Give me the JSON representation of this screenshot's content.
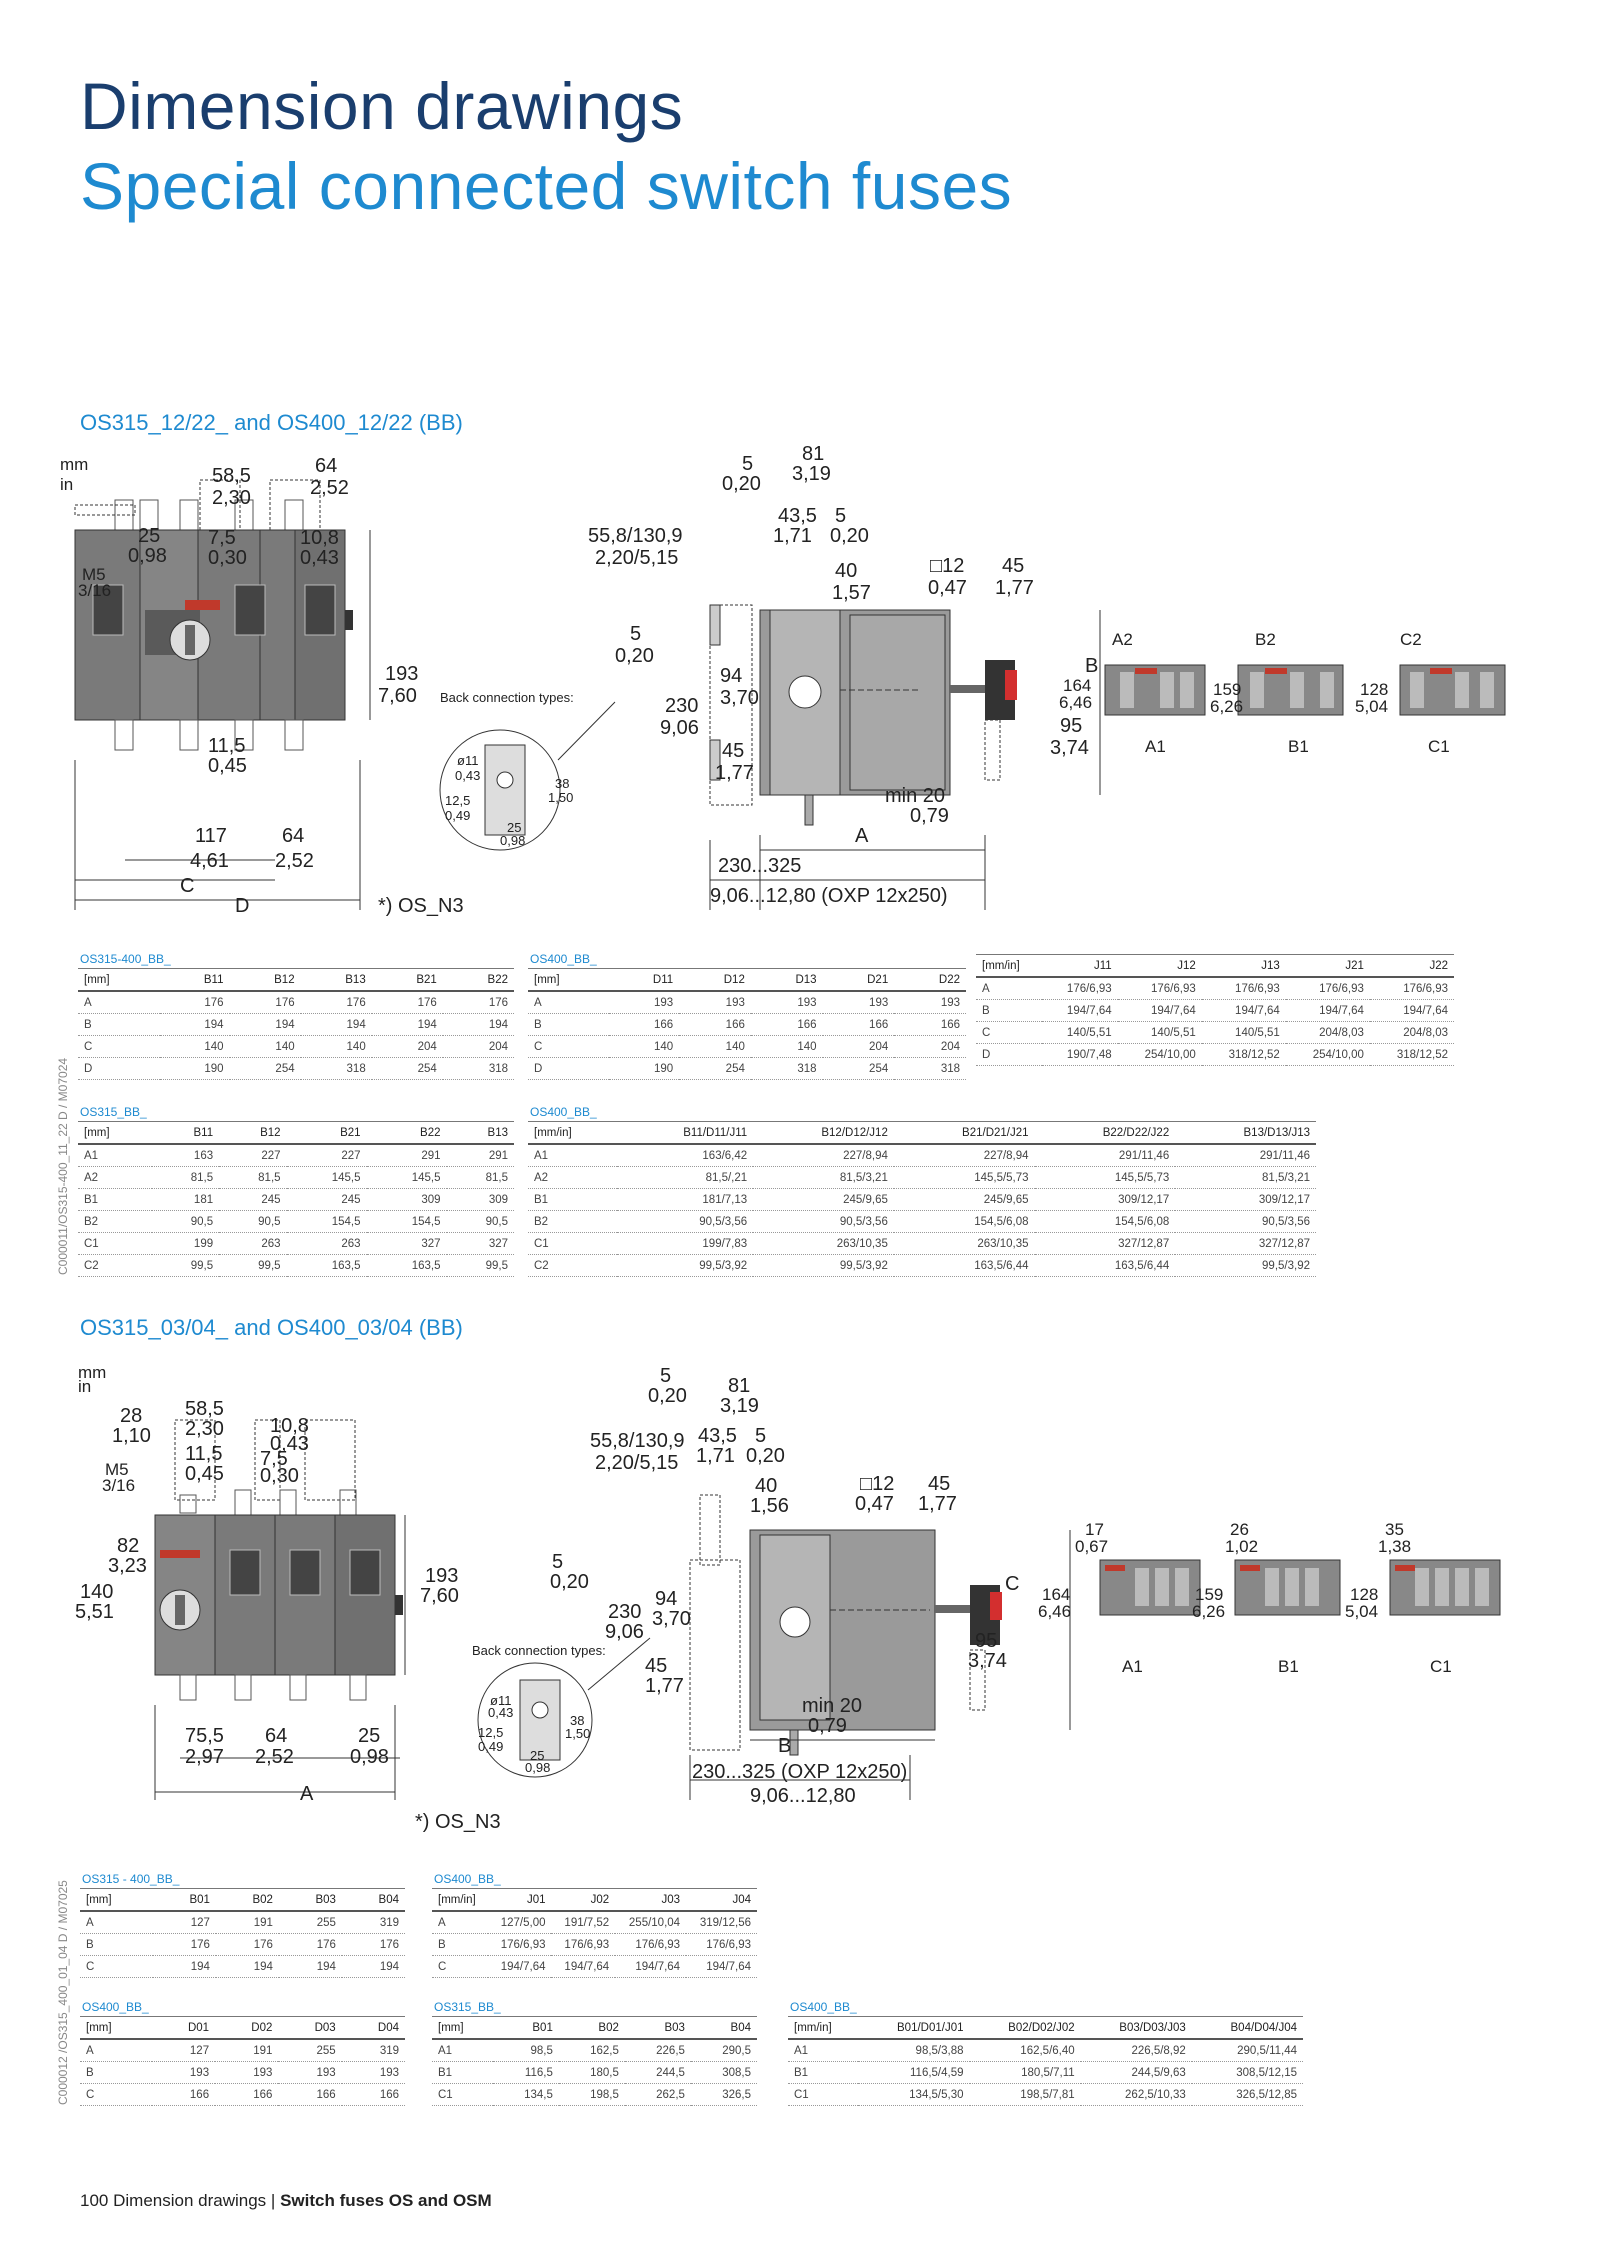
{
  "page": {
    "title_line1": "Dimension drawings",
    "title_line2": "Special connected switch fuses",
    "footer_page": "100",
    "footer_section": "Dimension drawings",
    "footer_separator": "|",
    "footer_product": "Switch fuses OS and OSM"
  },
  "section1": {
    "heading": "OS315_12/22_ and OS400_12/22 (BB)",
    "side_code": "C000011/OS315-400_11_22   D / M07024",
    "drawing_labels": {
      "unit_mm": "mm",
      "unit_in": "in",
      "d_58_5": "58,5",
      "d_2_30": "2,30",
      "d_64": "64",
      "d_2_52": "2,52",
      "d_25": "25",
      "d_0_98": "0,98",
      "d_7_5": "7,5",
      "d_0_30": "0,30",
      "d_10_8": "10,8",
      "d_0_43": "0,43",
      "m5": "M5",
      "m5_in": "3/16",
      "d_193": "193",
      "d_7_60": "7,60",
      "d_11_5": "11,5",
      "d_0_45": "0,45",
      "d_117": "117",
      "d_4_61": "4,61",
      "d_64b": "64",
      "d_2_52b": "2,52",
      "dim_c": "C",
      "dim_d": "D",
      "os_n3": "*) OS_N3",
      "back_conn": "Back connection types:",
      "bc_11": "ø11",
      "bc_043": "0,43",
      "bc_38": "38",
      "bc_150": "1,50",
      "bc_125": "12,5",
      "bc_049": "0,49",
      "bc_25": "25",
      "bc_098": "0,98",
      "s_5": "5",
      "s_0_20": "0,20",
      "s_81": "81",
      "s_3_19": "3,19",
      "s_43_5": "43,5",
      "s_1_71": "1,71",
      "s_5b": "5",
      "s_0_20b": "0,20",
      "s_55_8": "55,8/130,9",
      "s_2_20": "2,20/5,15",
      "s_40": "40",
      "s_1_57": "1,57",
      "s_12": "□12",
      "s_0_47": "0,47",
      "s_45": "45",
      "s_1_77": "1,77",
      "s_5c": "5",
      "s_0_20c": "0,20",
      "s_94": "94",
      "s_3_70": "3,70",
      "s_230": "230",
      "s_9_06": "9,06",
      "s_45b": "45",
      "s_1_77b": "1,77",
      "s_b": "B",
      "s_95": "95",
      "s_3_74": "3,74",
      "s_min20": "min 20",
      "s_0_79": "0,79",
      "s_a": "A",
      "s_230_325": "230...325",
      "s_9_06_12_80": "9,06...12,80 (OXP 12x250)",
      "v_a2": "A2",
      "v_b2": "B2",
      "v_c2": "C2",
      "v_a1": "A1",
      "v_b1": "B1",
      "v_c1": "C1",
      "v_164": "164",
      "v_6_46": "6,46",
      "v_159": "159",
      "v_6_26": "6,26",
      "v_128": "128",
      "v_5_04": "5,04"
    },
    "tables": [
      {
        "caption": "OS315-400_BB_",
        "headers": [
          "[mm]",
          "B11",
          "B12",
          "B13",
          "B21",
          "B22"
        ],
        "rows": [
          [
            "A",
            "176",
            "176",
            "176",
            "176",
            "176"
          ],
          [
            "B",
            "194",
            "194",
            "194",
            "194",
            "194"
          ],
          [
            "C",
            "140",
            "140",
            "140",
            "204",
            "204"
          ],
          [
            "D",
            "190",
            "254",
            "318",
            "254",
            "318"
          ]
        ]
      },
      {
        "caption": "OS400_BB_",
        "headers": [
          "[mm]",
          "D11",
          "D12",
          "D13",
          "D21",
          "D22"
        ],
        "rows": [
          [
            "A",
            "193",
            "193",
            "193",
            "193",
            "193"
          ],
          [
            "B",
            "166",
            "166",
            "166",
            "166",
            "166"
          ],
          [
            "C",
            "140",
            "140",
            "140",
            "204",
            "204"
          ],
          [
            "D",
            "190",
            "254",
            "318",
            "254",
            "318"
          ]
        ]
      },
      {
        "caption": "",
        "headers": [
          "[mm/in]",
          "J11",
          "J12",
          "J13",
          "J21",
          "J22"
        ],
        "rows": [
          [
            "A",
            "176/6,93",
            "176/6,93",
            "176/6,93",
            "176/6,93",
            "176/6,93"
          ],
          [
            "B",
            "194/7,64",
            "194/7,64",
            "194/7,64",
            "194/7,64",
            "194/7,64"
          ],
          [
            "C",
            "140/5,51",
            "140/5,51",
            "140/5,51",
            "204/8,03",
            "204/8,03"
          ],
          [
            "D",
            "190/7,48",
            "254/10,00",
            "318/12,52",
            "254/10,00",
            "318/12,52"
          ]
        ]
      },
      {
        "caption": "OS315_BB_",
        "headers": [
          "[mm]",
          "B11",
          "B12",
          "B21",
          "B22",
          "B13"
        ],
        "rows": [
          [
            "A1",
            "163",
            "227",
            "227",
            "291",
            "291"
          ],
          [
            "A2",
            "81,5",
            "81,5",
            "145,5",
            "145,5",
            "81,5"
          ],
          [
            "B1",
            "181",
            "245",
            "245",
            "309",
            "309"
          ],
          [
            "B2",
            "90,5",
            "90,5",
            "154,5",
            "154,5",
            "90,5"
          ],
          [
            "C1",
            "199",
            "263",
            "263",
            "327",
            "327"
          ],
          [
            "C2",
            "99,5",
            "99,5",
            "163,5",
            "163,5",
            "99,5"
          ]
        ]
      },
      {
        "caption": "OS400_BB_",
        "headers": [
          "[mm/in]",
          "B11/D11/J11",
          "B12/D12/J12",
          "B21/D21/J21",
          "B22/D22/J22",
          "B13/D13/J13"
        ],
        "rows": [
          [
            "A1",
            "163/6,42",
            "227/8,94",
            "227/8,94",
            "291/11,46",
            "291/11,46"
          ],
          [
            "A2",
            "81,5/,21",
            "81,5/3,21",
            "145,5/5,73",
            "145,5/5,73",
            "81,5/3,21"
          ],
          [
            "B1",
            "181/7,13",
            "245/9,65",
            "245/9,65",
            "309/12,17",
            "309/12,17"
          ],
          [
            "B2",
            "90,5/3,56",
            "90,5/3,56",
            "154,5/6,08",
            "154,5/6,08",
            "90,5/3,56"
          ],
          [
            "C1",
            "199/7,83",
            "263/10,35",
            "263/10,35",
            "327/12,87",
            "327/12,87"
          ],
          [
            "C2",
            "99,5/3,92",
            "99,5/3,92",
            "163,5/6,44",
            "163,5/6,44",
            "99,5/3,92"
          ]
        ]
      }
    ]
  },
  "section2": {
    "heading": "OS315_03/04_ and OS400_03/04 (BB)",
    "side_code": "C000012 /OS315_400_01_04   D / M07025",
    "drawing_labels": {
      "unit_mm": "mm",
      "unit_in": "in",
      "d_28": "28",
      "d_1_10": "1,10",
      "d_58_5": "58,5",
      "d_2_30": "2,30",
      "d_11_5": "11,5",
      "d_0_45": "0,45",
      "d_10_8": "10,8",
      "d_0_43": "0,43",
      "d_7_5": "7,5",
      "d_0_30": "0,30",
      "m5": "M5",
      "m5_in": "3/16",
      "d_82": "82",
      "d_3_23": "3,23",
      "d_140": "140",
      "d_5_51": "5,51",
      "d_193": "193",
      "d_7_60": "7,60",
      "d_75_5": "75,5",
      "d_2_97": "2,97",
      "d_64": "64",
      "d_2_52": "2,52",
      "d_25": "25",
      "d_0_98": "0,98",
      "dim_a": "A",
      "os_n3": "*) OS_N3",
      "back_conn": "Back connection types:",
      "bc_11": "ø11",
      "bc_043": "0,43",
      "bc_38": "38",
      "bc_150": "1,50",
      "bc_125": "12,5",
      "bc_049": "0,49",
      "bc_25": "25",
      "bc_098": "0,98",
      "s_5": "5",
      "s_0_20": "0,20",
      "s_81": "81",
      "s_3_19": "3,19",
      "s_43_5": "43,5",
      "s_1_71": "1,71",
      "s_5b": "5",
      "s_0_20b": "0,20",
      "s_55_8": "55,8/130,9",
      "s_2_20": "2,20/5,15",
      "s_40": "40",
      "s_1_56": "1,56",
      "s_12": "□12",
      "s_0_47": "0,47",
      "s_45": "45",
      "s_1_77": "1,77",
      "s_5c": "5",
      "s_0_20c": "0,20",
      "s_94": "94",
      "s_3_70": "3,70",
      "s_230": "230",
      "s_9_06": "9,06",
      "s_45b": "45",
      "s_1_77b": "1,77",
      "s_c": "C",
      "s_95": "95",
      "s_3_74": "3,74",
      "s_min20": "min 20",
      "s_0_79": "0,79",
      "s_b": "B",
      "s_230_325": "230...325 (OXP 12x250)",
      "s_9_06_12_80": "9,06...12,80",
      "v_17": "17",
      "v_0_67": "0,67",
      "v_26": "26",
      "v_1_02": "1,02",
      "v_35": "35",
      "v_1_38": "1,38",
      "v_a1": "A1",
      "v_b1": "B1",
      "v_c1": "C1",
      "v_164": "164",
      "v_6_46": "6,46",
      "v_159": "159",
      "v_6_26": "6,26",
      "v_128": "128",
      "v_5_04": "5,04"
    },
    "tables": [
      {
        "caption": "OS315 - 400_BB_",
        "headers": [
          "[mm]",
          "B01",
          "B02",
          "B03",
          "B04"
        ],
        "rows": [
          [
            "A",
            "127",
            "191",
            "255",
            "319"
          ],
          [
            "B",
            "176",
            "176",
            "176",
            "176"
          ],
          [
            "C",
            "194",
            "194",
            "194",
            "194"
          ]
        ]
      },
      {
        "caption": "OS400_BB_",
        "headers": [
          "[mm/in]",
          "J01",
          "J02",
          "J03",
          "J04"
        ],
        "rows": [
          [
            "A",
            "127/5,00",
            "191/7,52",
            "255/10,04",
            "319/12,56"
          ],
          [
            "B",
            "176/6,93",
            "176/6,93",
            "176/6,93",
            "176/6,93"
          ],
          [
            "C",
            "194/7,64",
            "194/7,64",
            "194/7,64",
            "194/7,64"
          ]
        ]
      },
      {
        "caption": "OS400_BB_",
        "headers": [
          "[mm]",
          "D01",
          "D02",
          "D03",
          "D04"
        ],
        "rows": [
          [
            "A",
            "127",
            "191",
            "255",
            "319"
          ],
          [
            "B",
            "193",
            "193",
            "193",
            "193"
          ],
          [
            "C",
            "166",
            "166",
            "166",
            "166"
          ]
        ]
      },
      {
        "caption": "OS315_BB_",
        "headers": [
          "[mm]",
          "B01",
          "B02",
          "B03",
          "B04"
        ],
        "rows": [
          [
            "A1",
            "98,5",
            "162,5",
            "226,5",
            "290,5"
          ],
          [
            "B1",
            "116,5",
            "180,5",
            "244,5",
            "308,5"
          ],
          [
            "C1",
            "134,5",
            "198,5",
            "262,5",
            "326,5"
          ]
        ]
      },
      {
        "caption": "OS400_BB_",
        "headers": [
          "[mm/in]",
          "B01/D01/J01",
          "B02/D02/J02",
          "B03/D03/J03",
          "B04/D04/J04"
        ],
        "rows": [
          [
            "A1",
            "98,5/3,88",
            "162,5/6,40",
            "226,5/8,92",
            "290,5/11,44"
          ],
          [
            "B1",
            "116,5/4,59",
            "180,5/7,11",
            "244,5/9,63",
            "308,5/12,15"
          ],
          [
            "C1",
            "134,5/5,30",
            "198,5/7,81",
            "262,5/10,33",
            "326,5/12,85"
          ]
        ]
      }
    ]
  }
}
